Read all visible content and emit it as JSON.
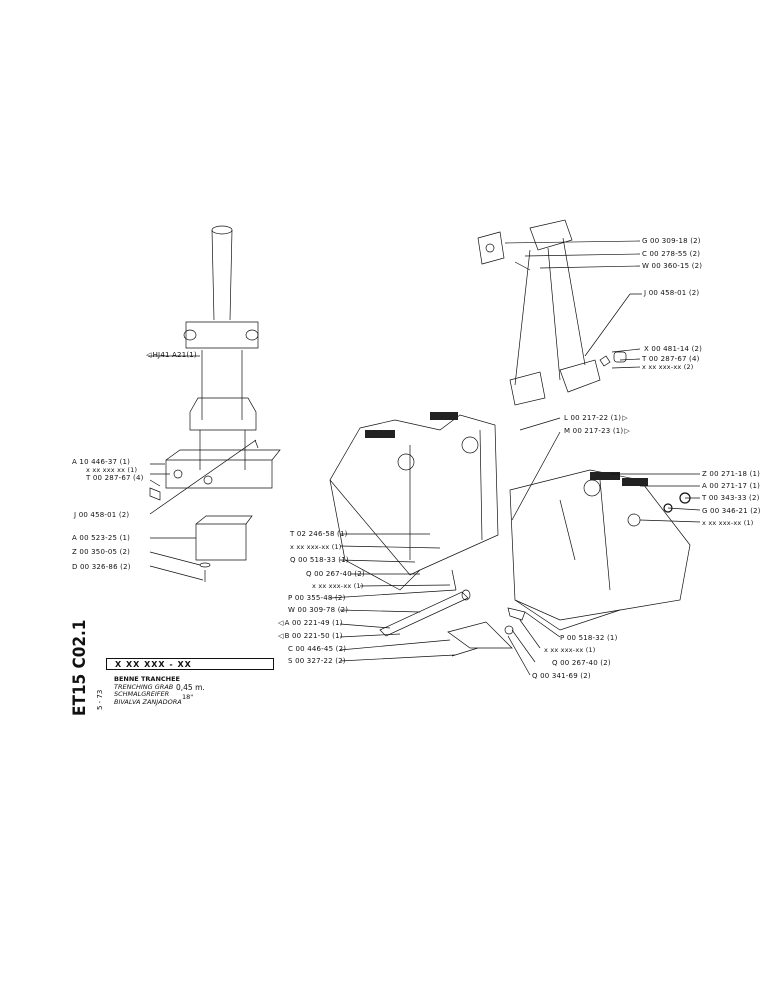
{
  "sheet": {
    "code": "ET15 C02.1",
    "date": "5 - 73",
    "reference": "X XX XXX - XX",
    "description": {
      "fr": "BENNE TRANCHEE",
      "en": "TRENCHING GRAB",
      "de": "SCHMALGREIFER",
      "es": "BIVALVA ZANJADORA"
    },
    "width_metric": "0,45 m.",
    "width_inch": "18\""
  },
  "column_labels": [
    "HJ41 A21(1)",
    "A 10 446-37 (1)",
    "x xx xxx xx (1)",
    "T 00 287-67 (4)",
    "J 00 458-01 (2)",
    "A 00 523-25 (1)",
    "Z 00 350-05 (2)",
    "D 00 326-86 (2)"
  ],
  "frame_labels": [
    "G 00 309-18 (2)",
    "C 00 278-55 (2)",
    "W 00 360-15 (2)",
    "J 00 458-01 (2)",
    "X 00 481-14 (2)",
    "T 00 287-67 (4)",
    "x xx xxx-xx (2)"
  ],
  "shell_labels": [
    "L 00 217-22 (1)",
    "M 00 217-23 (1)",
    "Z 00 271-18 (1)",
    "A 00 271-17 (1)",
    "T 00 343-33 (2)",
    "G 00 346-21 (2)",
    "x xx xxx-xx (1)",
    "T 02 246-58 (1)",
    "x xx xxx-xx (1)",
    "Q 00 518-33 (1)",
    "Q 00 267-40 (2)",
    "x xx xxx-xx (1)",
    "P 00 355-48 (2)",
    "W 00 309-78 (2)",
    "A 00 221-49 (1)",
    "B 00 221-50 (1)",
    "C 00 446-45 (2)",
    "S 00 327-22 (2)",
    "P 00 518-32 (1)",
    "x xx xxx-xx (1)",
    "Q 00 267-40 (2)",
    "Q 00 341-69 (2)"
  ]
}
